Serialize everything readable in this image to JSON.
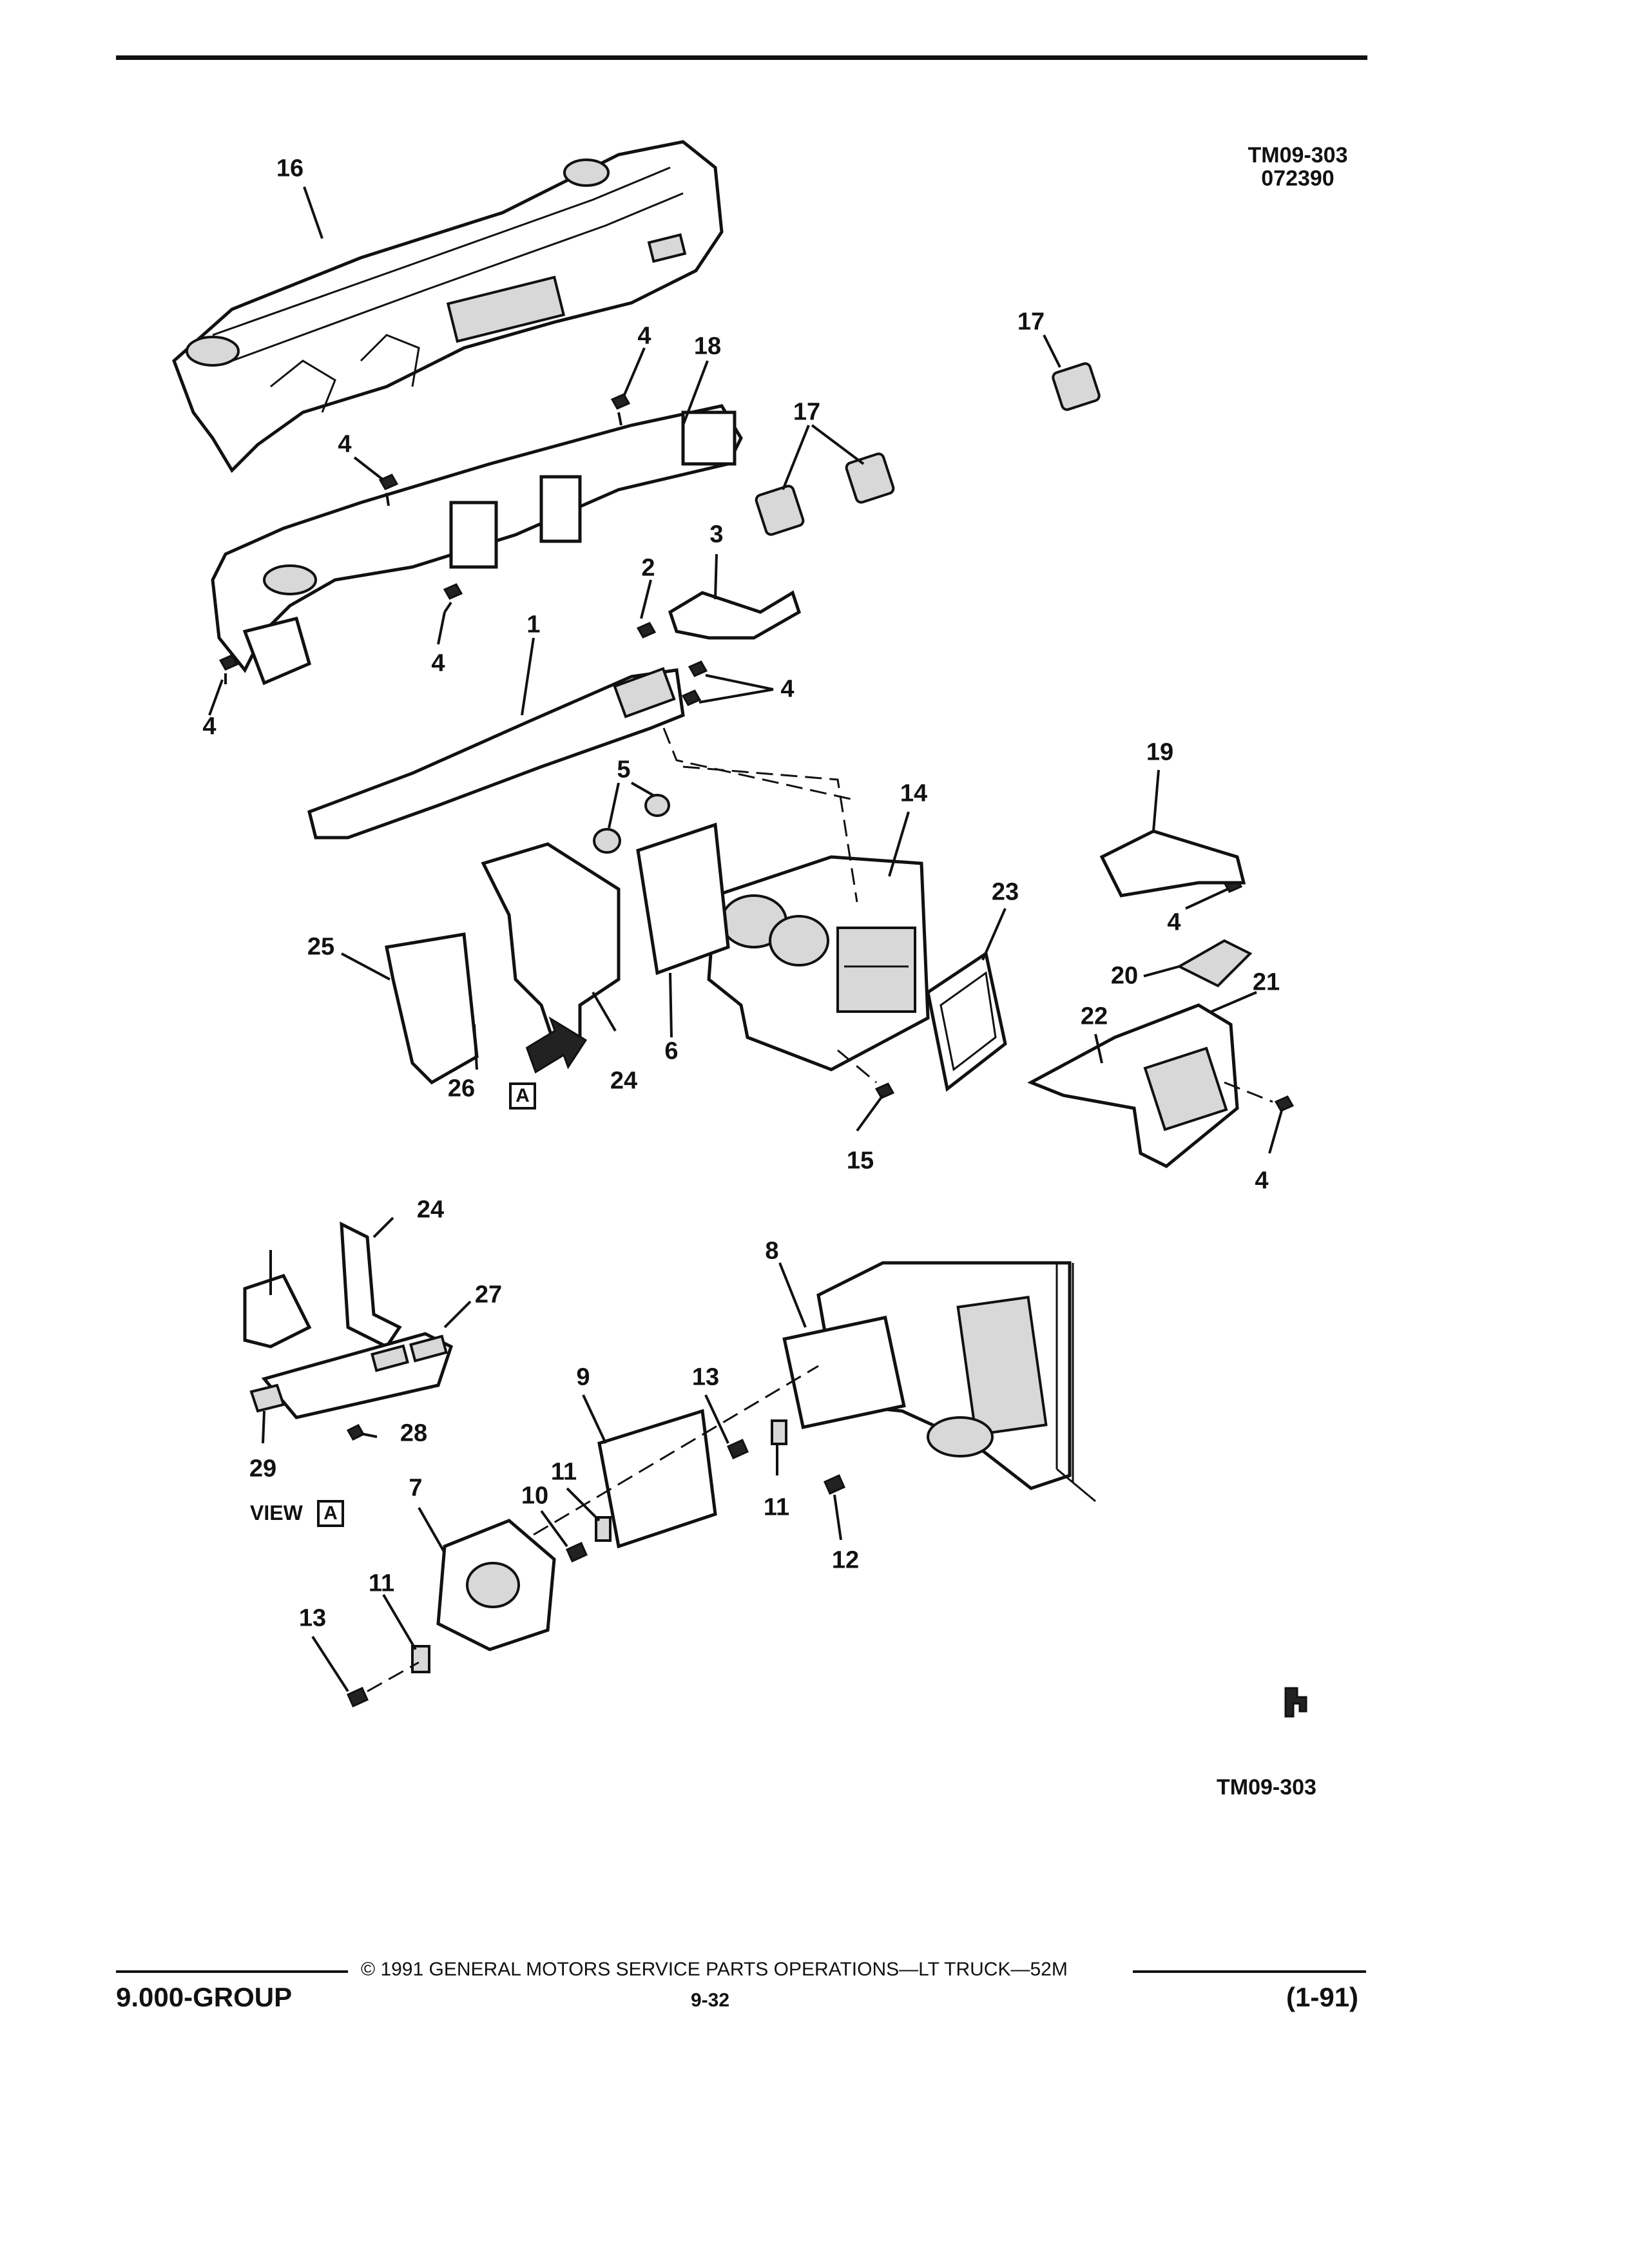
{
  "header": {
    "ref_code": "TM09-303",
    "date_code": "072390"
  },
  "footer": {
    "copyright": "© 1991 GENERAL MOTORS SERVICE PARTS OPERATIONS—LT TRUCK—52M",
    "group": "9.000-GROUP",
    "page": "9-32",
    "revision": "(1-91)"
  },
  "bottom_ref": "TM09-303",
  "view_label": {
    "word": "VIEW",
    "letter": "A"
  },
  "arrow_marker_letter": "A",
  "callouts": [
    "16",
    "4",
    "18",
    "17",
    "17",
    "4",
    "2",
    "3",
    "1",
    "4",
    "4",
    "4",
    "5",
    "14",
    "19",
    "23",
    "4",
    "20",
    "21",
    "22",
    "25",
    "26",
    "24",
    "6",
    "15",
    "4",
    "24",
    "27",
    "8",
    "9",
    "13",
    "28",
    "29",
    "10",
    "11",
    "11",
    "7",
    "12",
    "11",
    "13"
  ]
}
